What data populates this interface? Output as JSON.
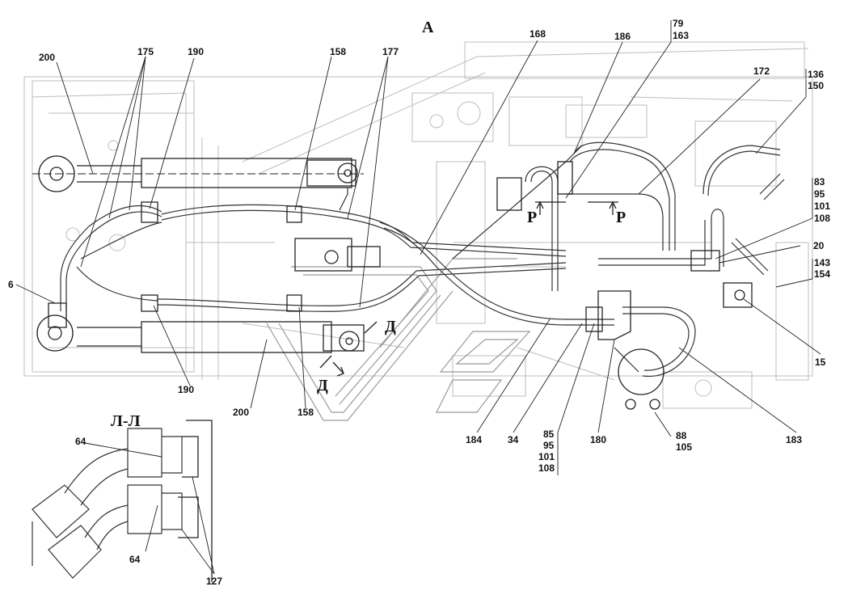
{
  "view_title": "А",
  "section_title": "Л-Л",
  "section_markers": {
    "p": "Р",
    "d": "Д"
  },
  "callouts": {
    "c200a": "200",
    "c175": "175",
    "c190a": "190",
    "c158a": "158",
    "c177": "177",
    "c168": "168",
    "c186": "186",
    "c79": "79",
    "c163": "163",
    "c172": "172",
    "c136": "136",
    "c150": "150",
    "c83": "83",
    "c95a": "95",
    "c101a": "101",
    "c108a": "108",
    "c20": "20",
    "c143": "143",
    "c154": "154",
    "c6": "6",
    "c15": "15",
    "c190b": "190",
    "c200b": "200",
    "c158b": "158",
    "c184": "184",
    "c34": "34",
    "c85": "85",
    "c95b": "95",
    "c101b": "101",
    "c108b": "108",
    "c180": "180",
    "c88": "88",
    "c105": "105",
    "c183": "183",
    "c64a": "64",
    "c64b": "64",
    "c127": "127"
  }
}
